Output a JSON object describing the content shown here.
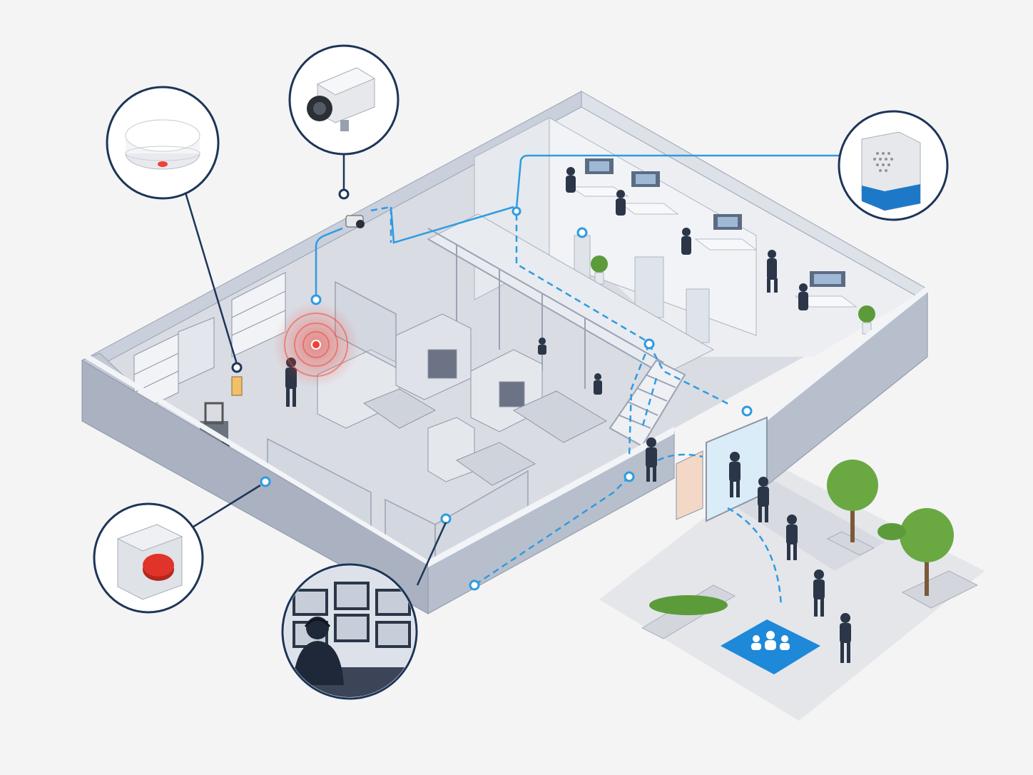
{
  "colors": {
    "background": "#f4f4f5",
    "wall_top": "#f2f4f8",
    "wall_side": "#c9cfdb",
    "wall_front": "#aab2c2",
    "floor": "#d9dce3",
    "office_floor": "#eceef2",
    "outline": "#1d3557",
    "route": "#2f9be0",
    "alarm": "#ef4136",
    "assembly": "#1e88d9",
    "tree": "#5c9b3a",
    "person": "#2b3648"
  },
  "callouts": [
    {
      "id": "smoke-detector",
      "icon": "smoke-detector-icon"
    },
    {
      "id": "security-camera",
      "icon": "camera-icon"
    },
    {
      "id": "alarm-speaker",
      "icon": "speaker-siren-icon"
    },
    {
      "id": "emergency-button",
      "icon": "emergency-stop-button-icon"
    },
    {
      "id": "monitoring-room",
      "icon": "monitoring-operator-icon"
    }
  ],
  "assembly_point": {
    "icon": "assembly-group-icon"
  }
}
